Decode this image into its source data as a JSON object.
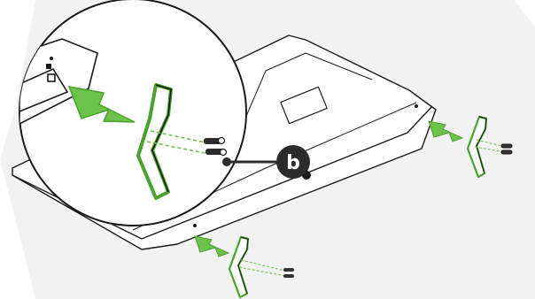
{
  "diagram": {
    "callout_label": "b",
    "icons": [
      "tv-panel",
      "stand-leg",
      "screw",
      "insert-arrow",
      "magnifier-circle",
      "callout-badge"
    ],
    "colors": {
      "background": "#f2f2f2",
      "arrow": "#6cc24a",
      "arrow_outline": "#4aa12c",
      "leg_highlight": "#8ed16a",
      "line": "#1a1a1a",
      "callout": "#2b2b2b",
      "panel_fill": "#ffffff"
    }
  }
}
